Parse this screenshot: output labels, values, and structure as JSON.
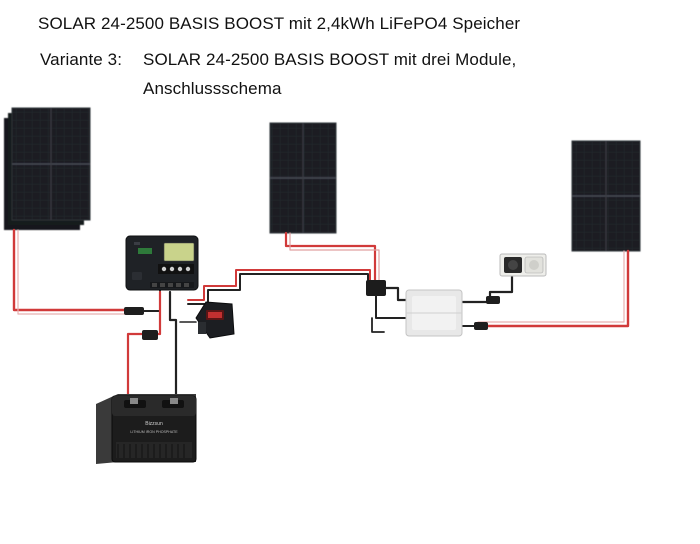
{
  "title": "SOLAR 24-2500 BASIS BOOST mit 2,4kWh LiFePO4 Speicher",
  "subtitle": {
    "prefix": "Variante 3:",
    "line1": "SOLAR 24-2500 BASIS BOOST mit  drei  Module,",
    "line2": "Anschlussschema"
  },
  "battery": {
    "brand": "Bizzsun",
    "label": "LITHIUM IRON PHOSPHATE"
  },
  "colors": {
    "panel": "#1b1d22",
    "panel_grid": "#3a3d45",
    "cable_red": "#d13a3a",
    "cable_black": "#222222",
    "device": "#1f2226",
    "screen": "#c9d38b",
    "inverter": "#e8e8e8"
  }
}
